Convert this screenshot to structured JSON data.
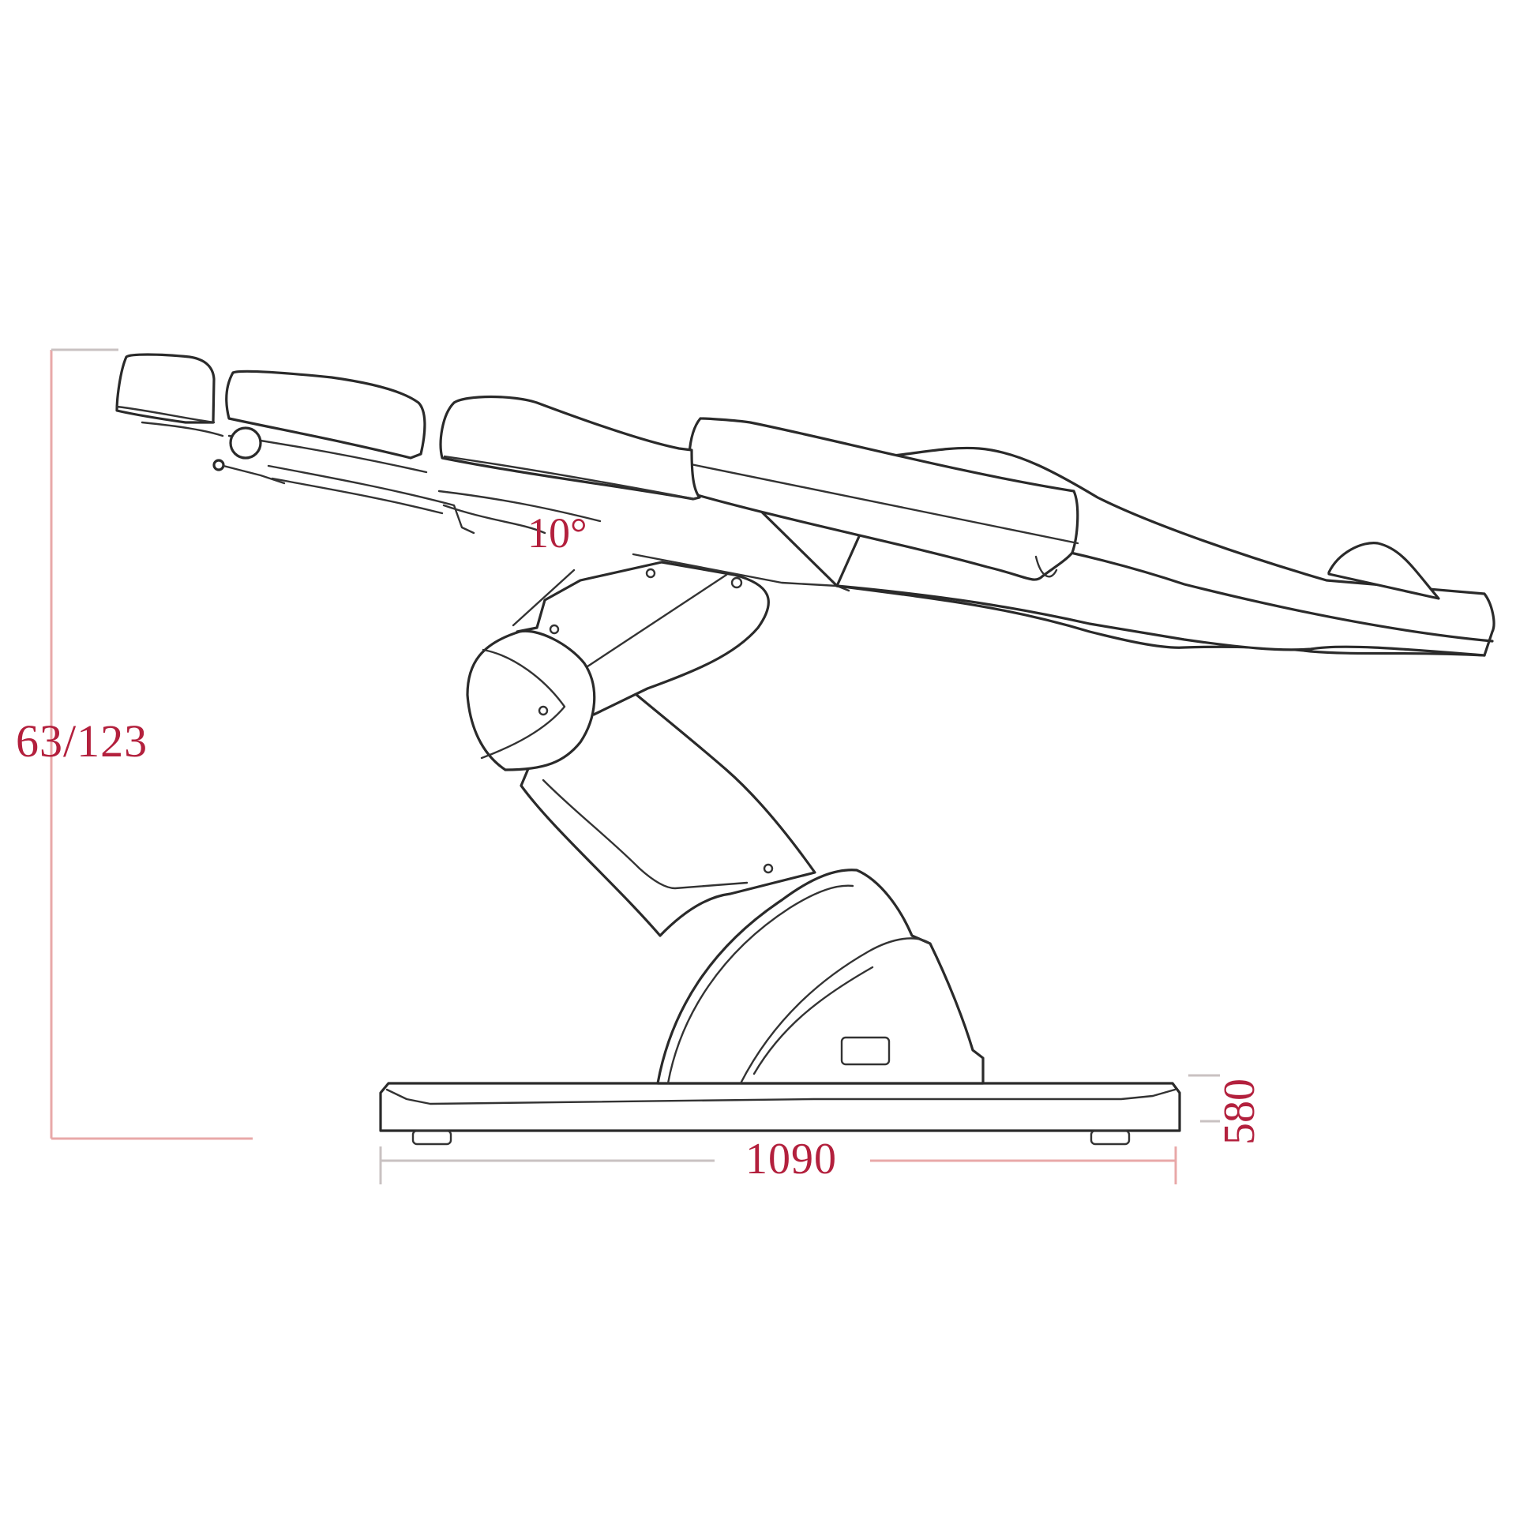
{
  "figure": {
    "subject": "treatment-chair-side-elevation",
    "line_color": "#2a2a2a",
    "dimension_color": "#b3203d",
    "dimension_line_color": "#e8a8a8"
  },
  "dimensions": {
    "height": {
      "label": "63/123",
      "orientation": "vertical"
    },
    "backrest_angle": {
      "label": "10°"
    },
    "base_length": {
      "label": "1090",
      "orientation": "horizontal"
    },
    "base_width": {
      "label": "580",
      "orientation": "vertical-rotated"
    }
  },
  "parts": [
    {
      "id": "headrest"
    },
    {
      "id": "backrest"
    },
    {
      "id": "seat"
    },
    {
      "id": "leg-rest"
    },
    {
      "id": "foot-bolster"
    },
    {
      "id": "lift-arm"
    },
    {
      "id": "pivot-joint"
    },
    {
      "id": "pedestal"
    },
    {
      "id": "control-panel"
    },
    {
      "id": "base-plate"
    },
    {
      "id": "foot-pads"
    }
  ]
}
